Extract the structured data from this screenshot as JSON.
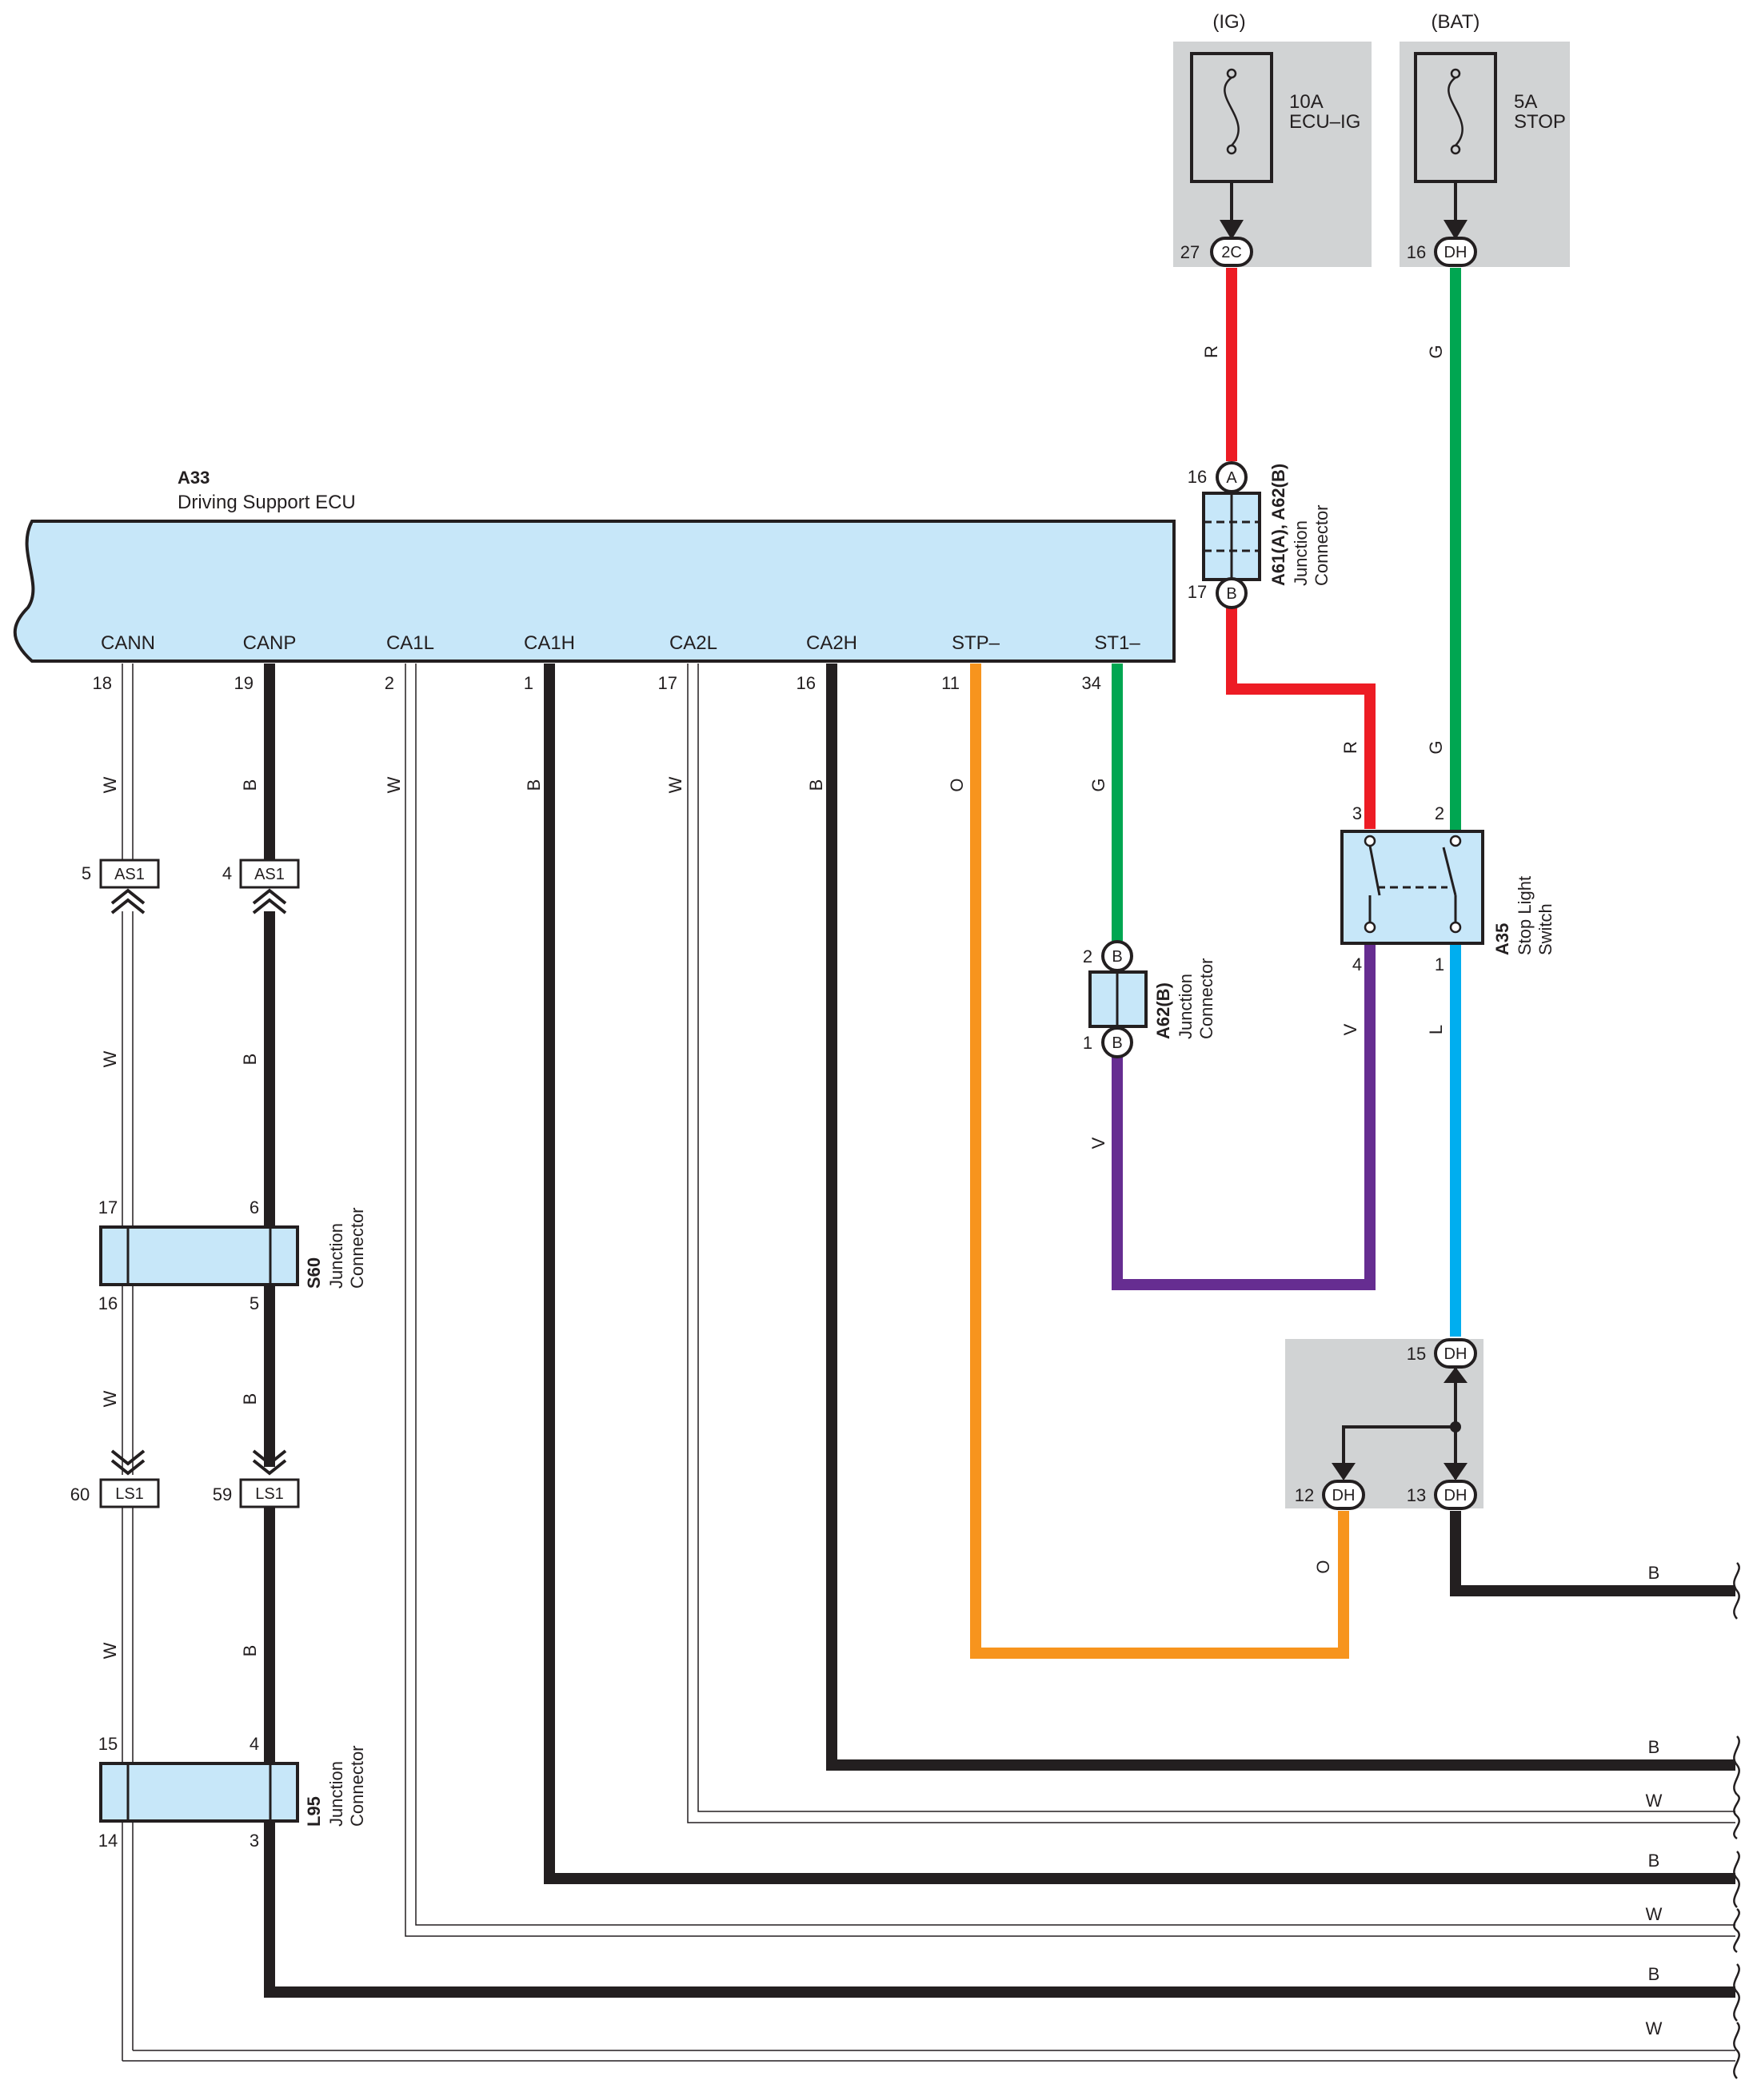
{
  "supplies": {
    "ig": {
      "label": "(IG)",
      "fuse_rating": "10A",
      "fuse_name": "ECU–IG",
      "pin": "27",
      "conn": "2C"
    },
    "bat": {
      "label": "(BAT)",
      "fuse_rating": "5A",
      "fuse_name": "STOP",
      "pin": "16",
      "conn": "DH"
    }
  },
  "ecu": {
    "id": "A33",
    "name": "Driving Support ECU",
    "terminals": [
      {
        "name": "CANN",
        "pin": "18",
        "wire": "W"
      },
      {
        "name": "CANP",
        "pin": "19",
        "wire": "B"
      },
      {
        "name": "CA1L",
        "pin": "2",
        "wire": "W"
      },
      {
        "name": "CA1H",
        "pin": "1",
        "wire": "B"
      },
      {
        "name": "CA2L",
        "pin": "17",
        "wire": "W"
      },
      {
        "name": "CA2H",
        "pin": "16",
        "wire": "B"
      },
      {
        "name": "STP–",
        "pin": "11",
        "wire": "O"
      },
      {
        "name": "ST1–",
        "pin": "34",
        "wire": "G"
      }
    ]
  },
  "jc_a61": {
    "id": "A61(A), A62(B)",
    "type1": "Junction",
    "type2": "Connector",
    "pin_top": "16",
    "conn_top": "A",
    "pin_bot": "17",
    "conn_bot": "B"
  },
  "jc_a62": {
    "id": "A62(B)",
    "type1": "Junction",
    "type2": "Connector",
    "pin_top": "2",
    "conn_top": "B",
    "pin_bot": "1",
    "conn_bot": "B"
  },
  "stop_switch": {
    "id": "A35",
    "name1": "Stop Light",
    "name2": "Switch",
    "pin3": "3",
    "pin2": "2",
    "pin4": "4",
    "pin1": "1"
  },
  "s60": {
    "id": "S60",
    "type1": "Junction",
    "type2": "Connector",
    "p17": "17",
    "p6": "6",
    "p16": "16",
    "p5": "5"
  },
  "l95": {
    "id": "L95",
    "type1": "Junction",
    "type2": "Connector",
    "p15": "15",
    "p4": "4",
    "p14": "14",
    "p3": "3"
  },
  "as1": {
    "conn": "AS1",
    "pin_w": "5",
    "pin_b": "4"
  },
  "ls1": {
    "conn": "LS1",
    "pin_w": "60",
    "pin_b": "59"
  },
  "dh_block": {
    "conn": "DH",
    "pin15": "15",
    "pin12": "12",
    "pin13": "13"
  },
  "wire_codes": {
    "r": "R",
    "g": "G",
    "o": "O",
    "v": "V",
    "l": "L",
    "b": "B",
    "w": "W"
  },
  "colors": {
    "red": "#ed1c24",
    "green": "#00a651",
    "orange": "#f7941d",
    "purple": "#662d91",
    "blue": "#00aeef",
    "black": "#231f20",
    "ecu_fill": "#c7e7f9",
    "gray_box": "#d1d3d4"
  }
}
